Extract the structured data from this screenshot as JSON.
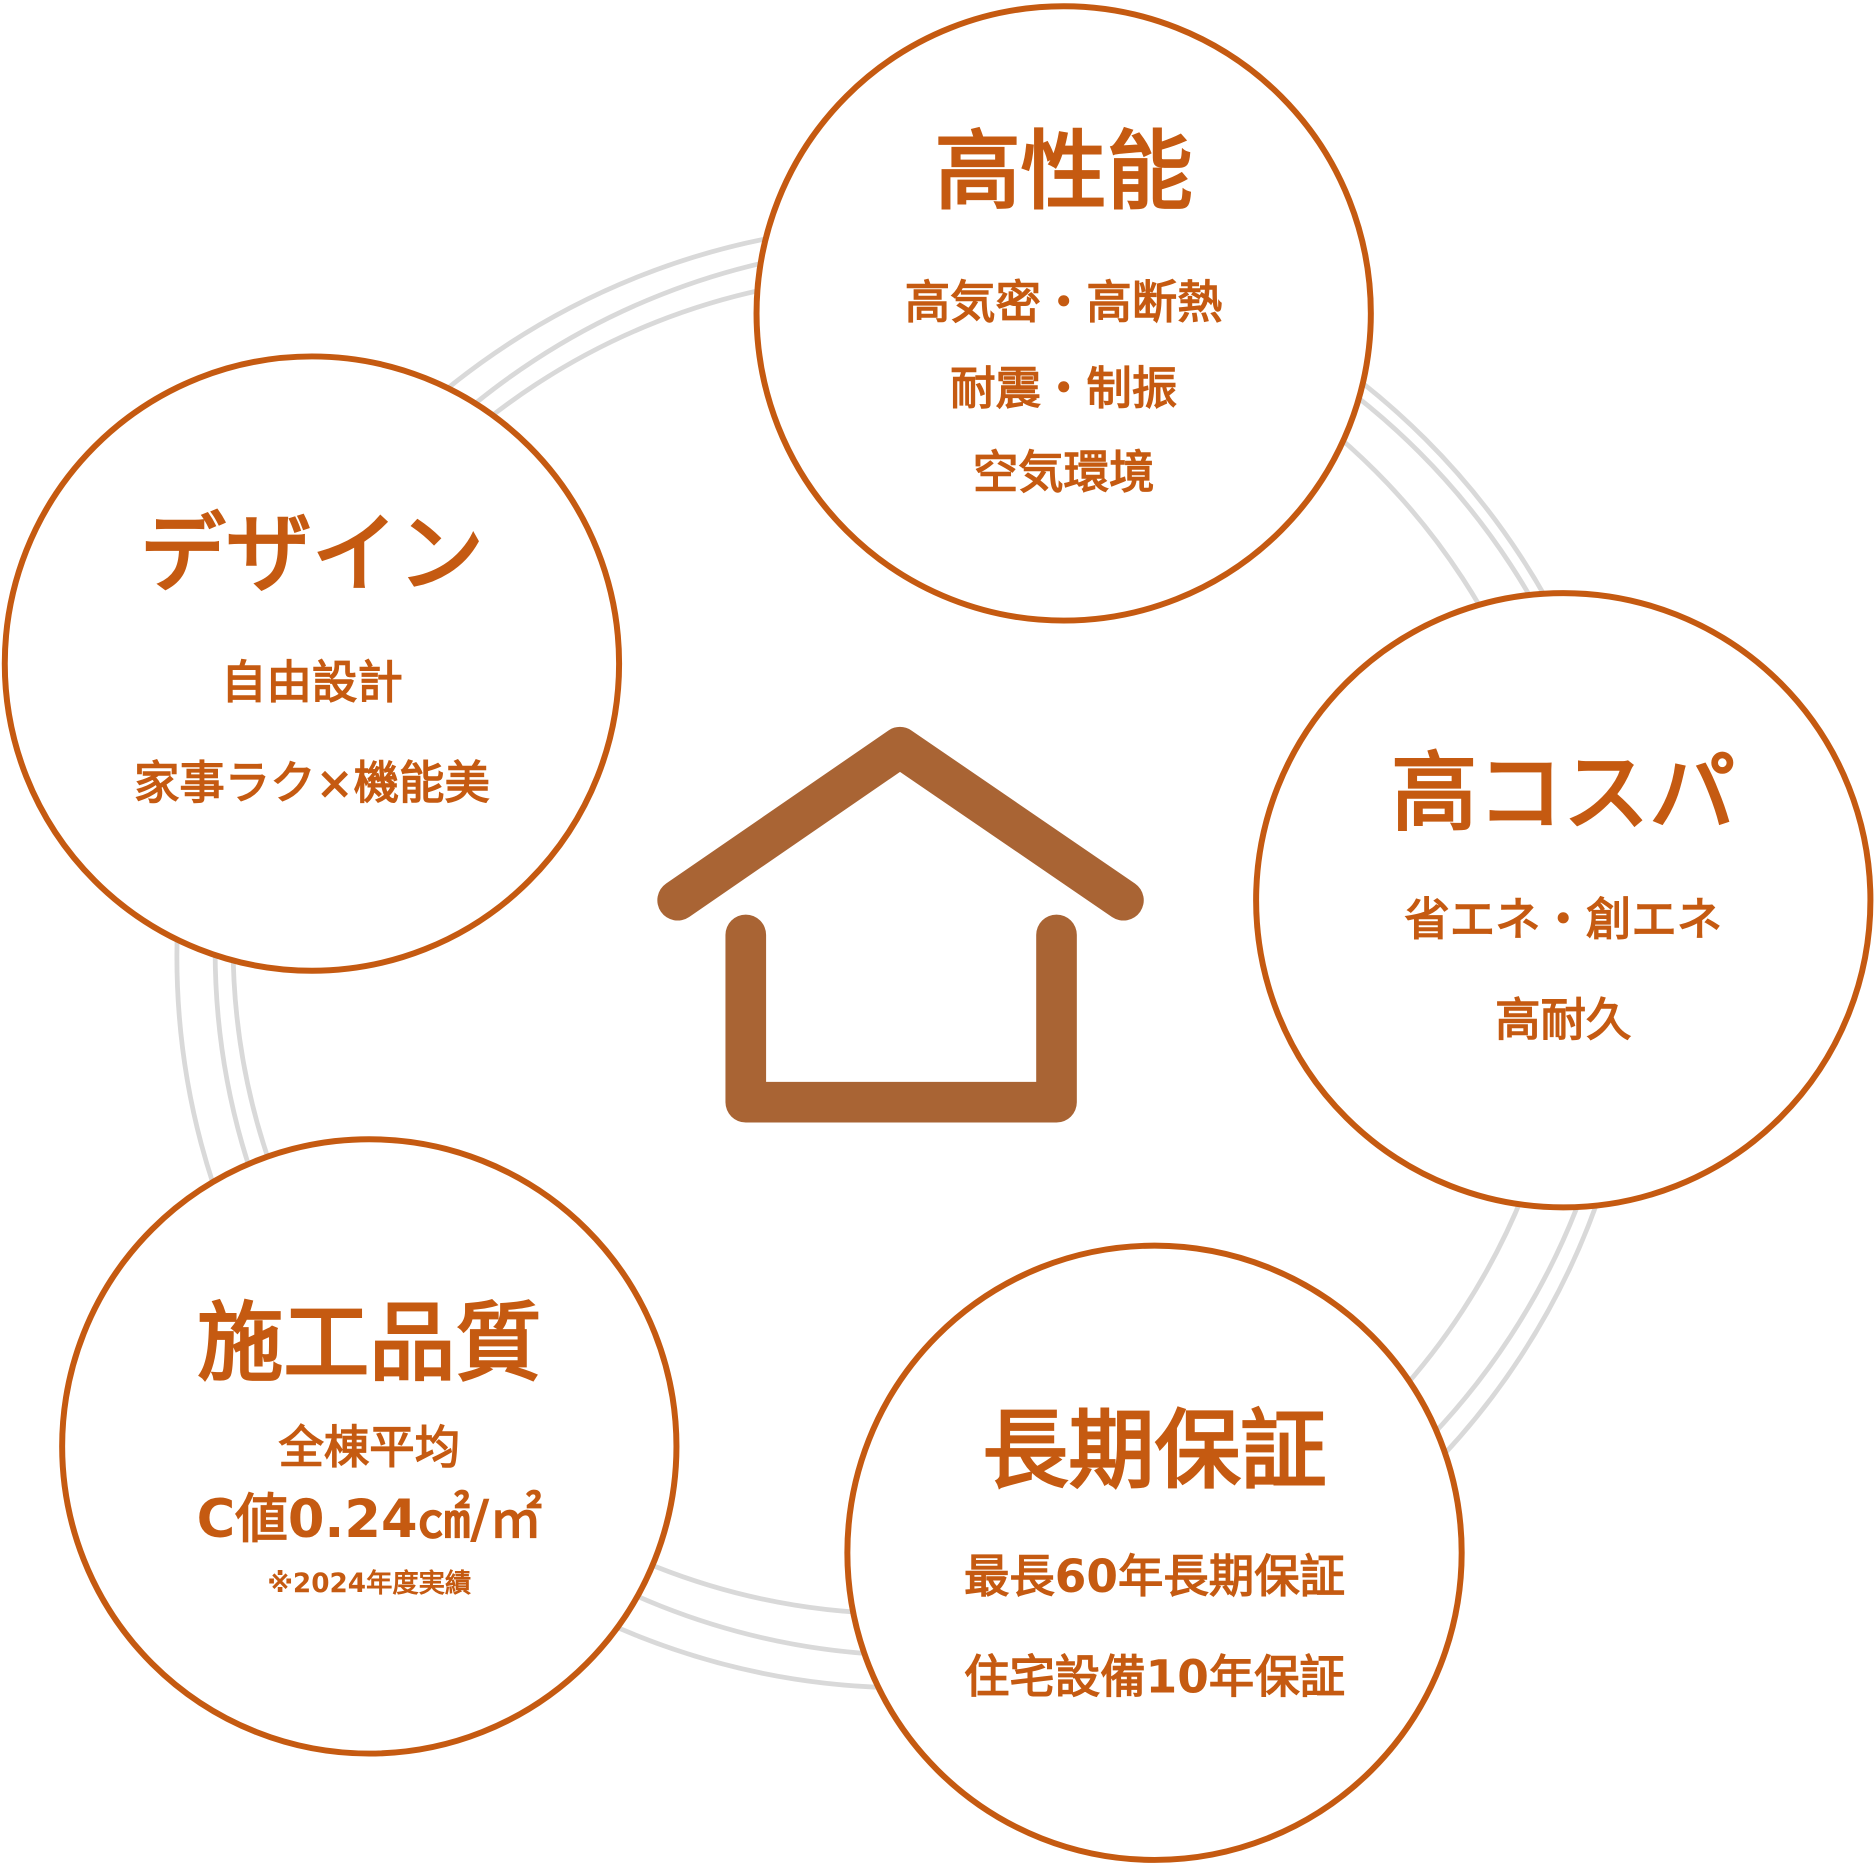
{
  "colors": {
    "accent": "#c55a11",
    "house": "#a96434",
    "ring": "#d9d9d9"
  },
  "icons": {
    "center": "house-icon"
  },
  "circles": {
    "performance": {
      "title": "高性能",
      "lines": [
        "高気密・高断熱",
        "耐震・制振",
        "空気環境"
      ]
    },
    "design": {
      "title": "デザイン",
      "lines": [
        "自由設計",
        "家事ラク×機能美"
      ]
    },
    "cost": {
      "title": "高コスパ",
      "lines": [
        "省エネ・創エネ",
        "高耐久"
      ]
    },
    "quality": {
      "title": "施工品質",
      "lines": [
        "全棟平均",
        "C値0.24㎠/㎡",
        "※2024年度実績"
      ]
    },
    "warranty": {
      "title": "長期保証",
      "lines": [
        "最長60年長期保証",
        "住宅設備10年保証"
      ]
    }
  }
}
